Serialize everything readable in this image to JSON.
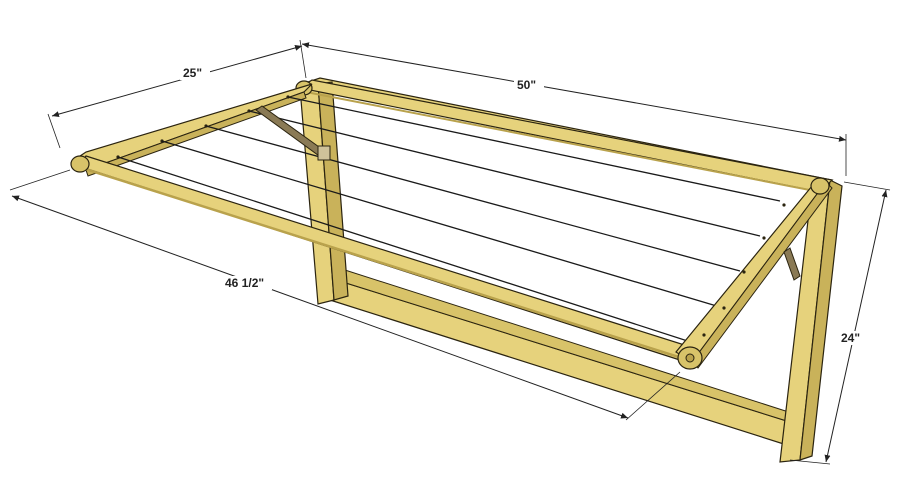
{
  "dimensions": {
    "depth": "25\"",
    "width": "50\"",
    "rod_length": "46 1/2\"",
    "height": "24\""
  },
  "colors": {
    "wood_face": "#e6d27c",
    "wood_side": "#c9b25a",
    "wood_dark": "#a8913f",
    "outline": "#2b2410",
    "wire": "#1a1a1a",
    "dimension_line": "#222222"
  },
  "parts": [
    "wall-frame",
    "front-rod",
    "back-rod",
    "drop-arm-left",
    "drop-arm-right",
    "wires",
    "hinge-bracket-left",
    "hinge-bracket-right"
  ]
}
